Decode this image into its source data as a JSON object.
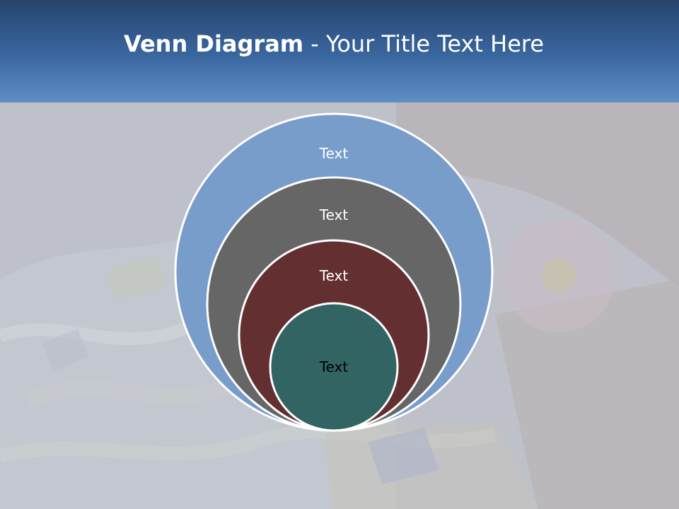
{
  "slide": {
    "title_bold": "Venn Diagram",
    "title_rest": " - Your Title Text Here"
  },
  "diagram": {
    "circles": [
      {
        "label": "Text",
        "color": "#789dca"
      },
      {
        "label": "Text",
        "color": "#666666"
      },
      {
        "label": "Text",
        "color": "#642f30"
      },
      {
        "label": "Text",
        "color": "#326464"
      }
    ]
  },
  "colors": {
    "header_top": "#26446c",
    "header_bottom": "#5f8ec4",
    "background_overlay": "#c5c8d1"
  }
}
